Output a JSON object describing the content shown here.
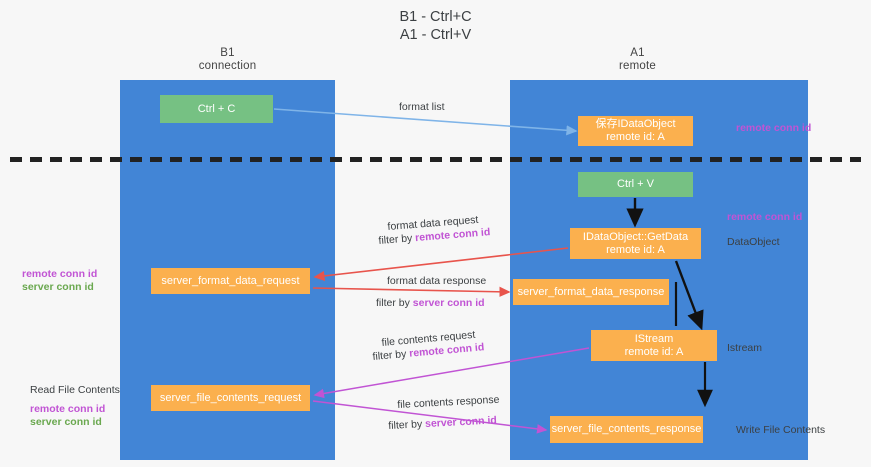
{
  "title": {
    "line1": "B1 - Ctrl+C",
    "line2": "A1 - Ctrl+V"
  },
  "lanes": [
    {
      "name": "b1",
      "header_line1": "B1",
      "header_line2": "connection"
    },
    {
      "name": "a1",
      "header_line1": "A1",
      "header_line2": "remote"
    }
  ],
  "boxes": {
    "ctrl_c": {
      "label": "Ctrl + C",
      "color": "#76c183"
    },
    "idataobject": {
      "label": "保存IDataObject",
      "sub": "remote id: A",
      "color": "#fbb04e"
    },
    "ctrl_v": {
      "label": "Ctrl + V",
      "color": "#76c183"
    },
    "getdata": {
      "label": "IDataObject::GetData",
      "sub": "remote id: A",
      "color": "#fbb04e"
    },
    "format_data_request": {
      "label": "server_format_data_request",
      "color": "#fbb04e"
    },
    "format_data_response": {
      "label": "server_format_data_response",
      "color": "#fbb04e"
    },
    "istream": {
      "label": "IStream",
      "sub": "remote id: A",
      "color": "#fbb04e"
    },
    "file_contents_request": {
      "label": "server_file_contents_request",
      "color": "#fbb04e"
    },
    "file_contents_response": {
      "label": "server_file_contents_response",
      "color": "#fbb04e"
    }
  },
  "edge_labels": {
    "format_list": "format list",
    "format_data_request": "format data request",
    "format_data_request_filter_prefix": "filter by ",
    "format_data_request_filter_key": "remote conn id",
    "format_data_response": "format data response",
    "format_data_response_filter_prefix": "filter by ",
    "format_data_response_filter_key": "server conn id",
    "file_contents_request": "file contents request",
    "file_contents_request_filter_prefix": "filter by ",
    "file_contents_request_filter_key": "remote conn id",
    "file_contents_response": "file contents response",
    "file_contents_response_filter_prefix": "filter by ",
    "file_contents_response_filter_key": "server conn id"
  },
  "annotations": {
    "remote_conn_id_top": "remote conn id",
    "remote_conn_id_mid": "remote conn id",
    "dataobject": "DataObject",
    "istream": "Istream",
    "write_file_contents": "Write File Contents",
    "read_file_contents": "Read File Contents",
    "left_remote_conn_id_1": "remote conn id",
    "left_server_conn_id_1": "server conn id",
    "left_remote_conn_id_2": "remote conn id",
    "left_server_conn_id_2": "server conn id"
  },
  "colors": {
    "lane": "#4285d6",
    "green_box": "#76c183",
    "orange_box": "#fbb04e",
    "purple_text": "#c154d4",
    "green_text": "#6aa84f",
    "red_arrow": "#e8544c",
    "blue_arrow": "#7fb4e8",
    "magenta_arrow": "#c154d4",
    "black_arrow": "#000000",
    "background": "#f7f7f7"
  }
}
